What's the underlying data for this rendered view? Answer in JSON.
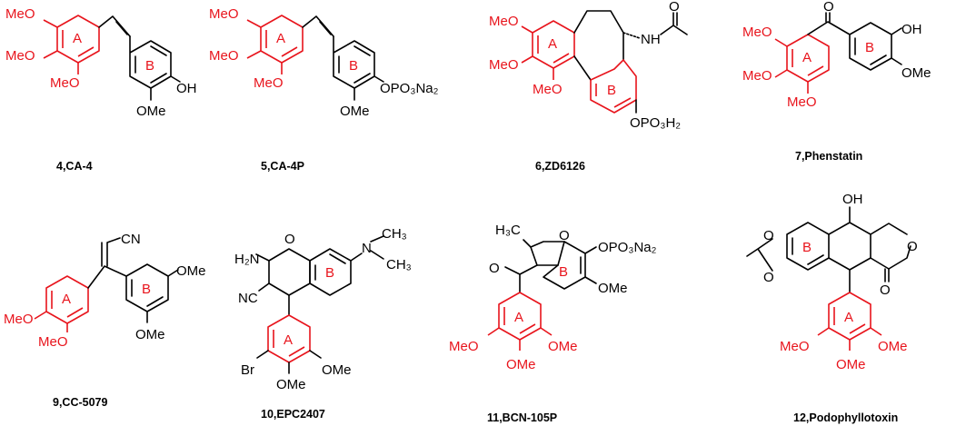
{
  "colors": {
    "ring_a": "#e8141c",
    "bond": "#000000",
    "background": "#ffffff"
  },
  "ring_labels": {
    "a": "A",
    "b": "B"
  },
  "groups": {
    "meo": "MeO",
    "ome": "OMe",
    "oh": "OH",
    "opo3na2": "OPO₃Na₂",
    "opo3h2": "OPO₃H₂",
    "nh": "NH",
    "o": "O",
    "cn": "CN",
    "nc": "NC",
    "br": "Br",
    "h2n": "H₂N",
    "n": "N",
    "ch3": "CH₃",
    "h3c": "H₃C"
  },
  "compounds": [
    {
      "caption": "4,CA-4"
    },
    {
      "caption": "5,CA-4P"
    },
    {
      "caption": "6,ZD6126"
    },
    {
      "caption": "7,Phenstatin"
    },
    {
      "caption": "9,CC-5079"
    },
    {
      "caption": "10,EPC2407"
    },
    {
      "caption": "11,BCN-105P"
    },
    {
      "caption": "12,Podophyllotoxin"
    }
  ]
}
